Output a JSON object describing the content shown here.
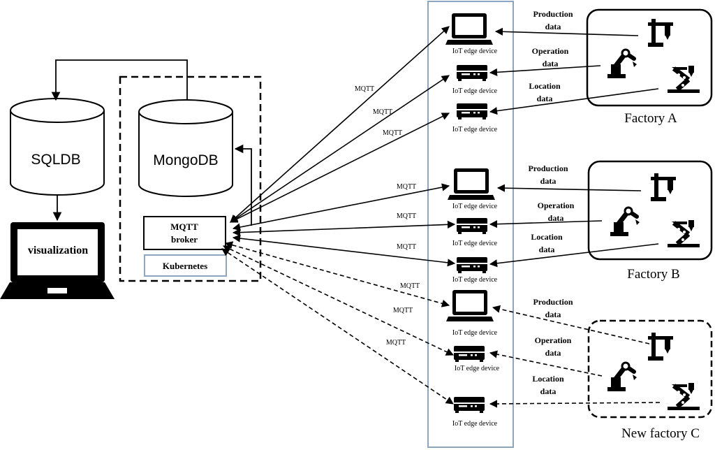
{
  "databases": {
    "sql_label": "SQLDB",
    "mongo_label": "MongoDB"
  },
  "broker": {
    "line1": "MQTT",
    "line2": "broker"
  },
  "kubernetes_label": "Kubernetes",
  "visualization_label": "visualization",
  "device_label": "IoT edge device",
  "mqtt_label": "MQTT",
  "data_labels": {
    "production": [
      "Production",
      "data"
    ],
    "operation": [
      "Operation",
      "data"
    ],
    "location": [
      "Location",
      "data"
    ]
  },
  "factories": {
    "a": "Factory A",
    "b": "Factory B",
    "c": "New factory C"
  }
}
